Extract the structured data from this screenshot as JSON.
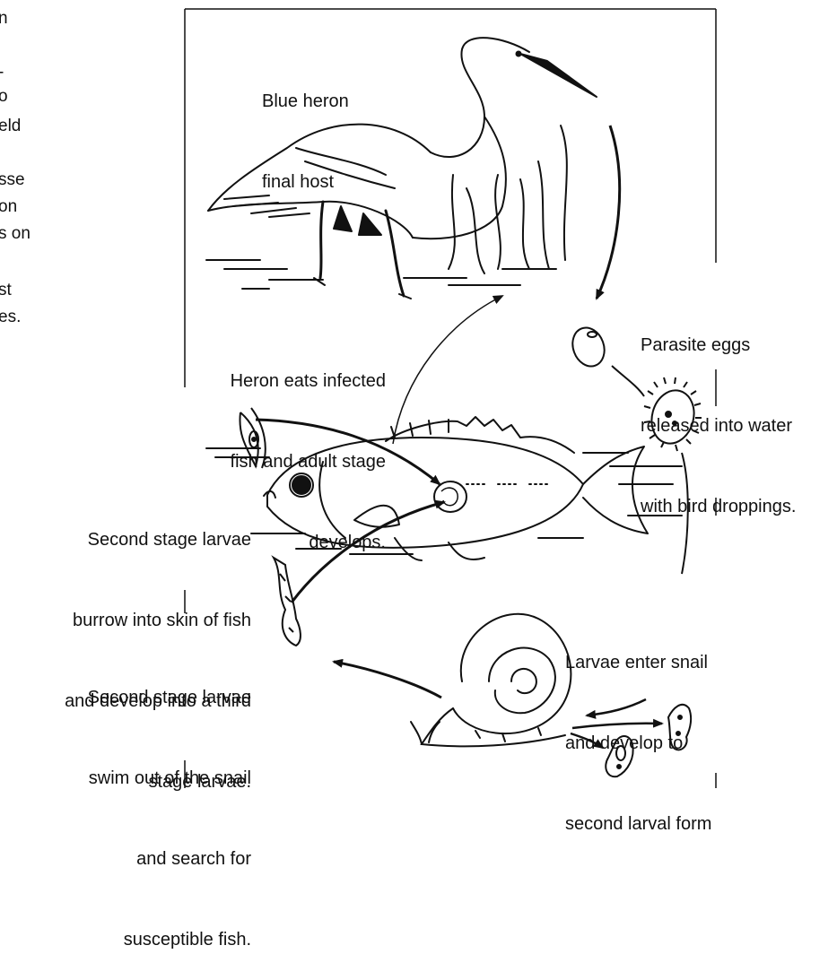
{
  "left_fragments": [
    "n",
    "",
    "-",
    "o",
    "eld",
    "",
    "sse",
    "on",
    "s on",
    "",
    "st",
    "es."
  ],
  "labels": {
    "heron": [
      "Blue heron",
      "final host"
    ],
    "eggs": [
      "Parasite eggs",
      "released into water",
      "with bird droppings."
    ],
    "heron_eats": [
      "Heron eats infected",
      "fish and adult stage",
      "develops."
    ],
    "second_burrow": [
      "Second stage larvae",
      "burrow into skin of fish",
      "and develop into a third",
      "stage larvae."
    ],
    "snail_enter": [
      "Larvae enter snail",
      "and develop to",
      "second larval form"
    ],
    "swim_out": [
      "Second stage larvae",
      "swim out of the snail",
      "and search for",
      "susceptible fish."
    ]
  }
}
